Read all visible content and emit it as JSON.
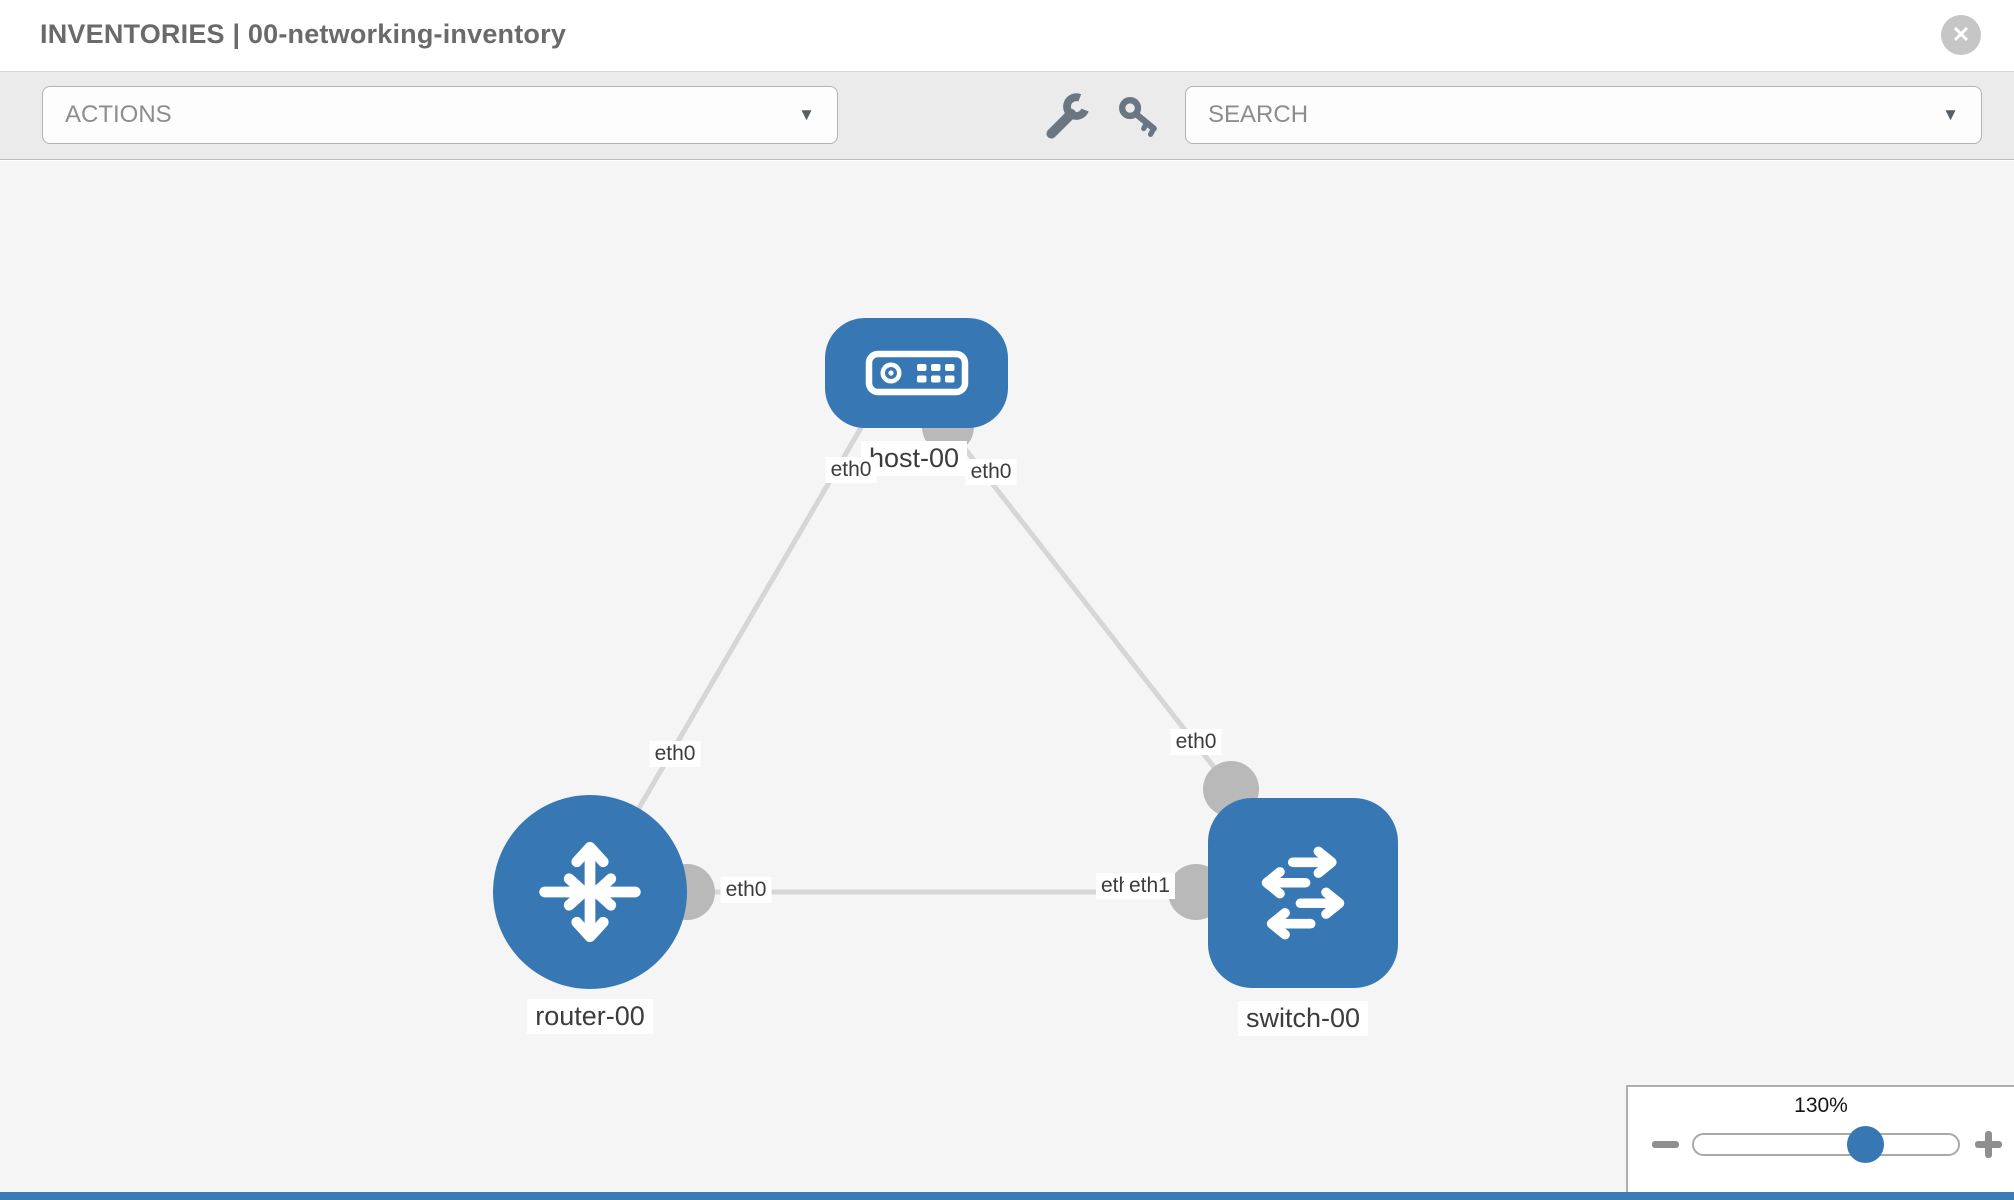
{
  "header": {
    "title": "INVENTORIES | 00-networking-inventory",
    "close_icon": "✕"
  },
  "toolbar": {
    "actions_label": "ACTIONS",
    "search_label": "SEARCH",
    "caret_icon": "▼",
    "wrench_icon": "wrench",
    "key_icon": "key"
  },
  "topology": {
    "nodes": [
      {
        "label": "host-00",
        "type": "host"
      },
      {
        "label": "router-00",
        "type": "router"
      },
      {
        "label": "switch-00",
        "type": "switch"
      }
    ],
    "links": [
      {
        "from": "host-00",
        "to": "router-00"
      },
      {
        "from": "host-00",
        "to": "switch-00"
      },
      {
        "from": "router-00",
        "to": "switch-00"
      }
    ],
    "interface_labels": [
      {
        "label": "eth0",
        "node": "host-00",
        "side": "left"
      },
      {
        "label": "eth0",
        "node": "host-00",
        "side": "right"
      },
      {
        "label": "eth0",
        "link": "host-00/router-00"
      },
      {
        "label": "eth0",
        "link": "host-00/switch-00"
      },
      {
        "label": "eth0",
        "node": "router-00",
        "link": "router-00/switch-00"
      },
      {
        "label": "eth0",
        "node": "switch-00",
        "link": "router-00/switch-00",
        "note": "partially covered"
      },
      {
        "label": "eth1",
        "node": "switch-00",
        "link": "router-00/switch-00"
      }
    ]
  },
  "zoom_control": {
    "level": "130%",
    "slider_position_pct": 64.5
  },
  "colors": {
    "node_blue": "#3778b4",
    "link_gray": "#d6d6d6",
    "interface_gray": "#b9b9b9",
    "canvas_bg": "#f5f5f5",
    "toolbar_bg": "#ebebeb",
    "bottom_strip_blue": "#3a7cb8"
  }
}
